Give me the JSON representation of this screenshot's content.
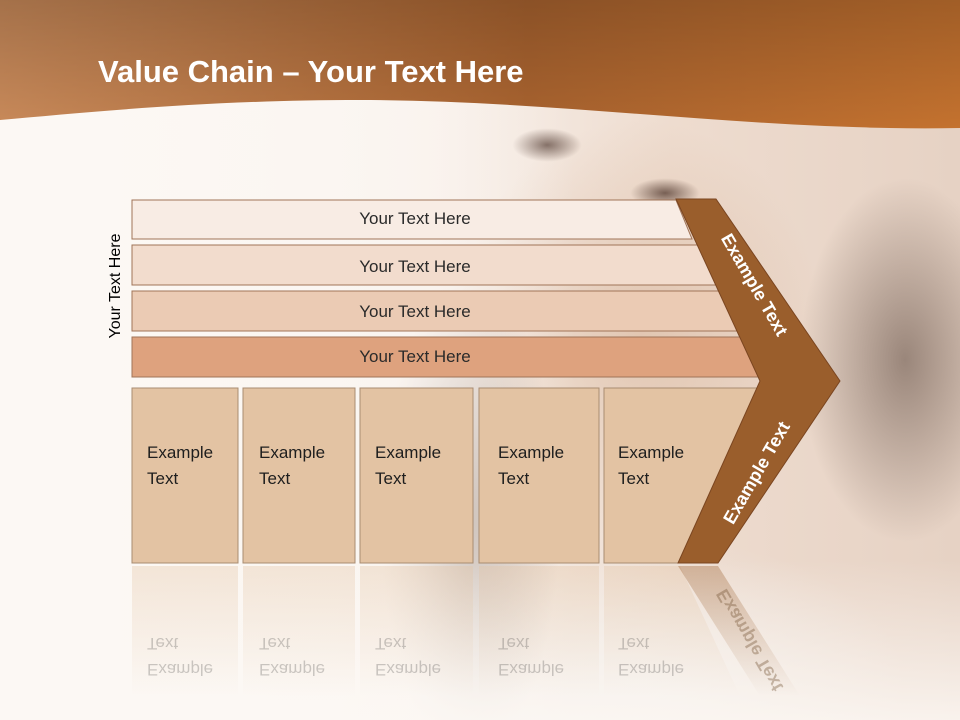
{
  "title": {
    "bold": "Value Chain",
    "rest": " – Your Text Here"
  },
  "side_label": "Your Text Here",
  "rows": [
    {
      "label": "Your Text Here"
    },
    {
      "label": "Your Text Here"
    },
    {
      "label": "Your Text Here"
    },
    {
      "label": "Your Text Here"
    }
  ],
  "columns": [
    {
      "line1": "Example",
      "line2": "Text"
    },
    {
      "line1": "Example",
      "line2": "Text"
    },
    {
      "line1": "Example",
      "line2": "Text"
    },
    {
      "line1": "Example",
      "line2": "Text"
    },
    {
      "line1": "Example",
      "line2": "Text"
    }
  ],
  "arrow": {
    "upper_label": "Example Text",
    "lower_label": "Example Text"
  },
  "colors": {
    "header_start": "#c98a5a",
    "header_end": "#c2702f",
    "arrow": "#9a5e2c",
    "row1": "#f8ece4",
    "row2": "#f2dccd",
    "row3": "#ebcbb4",
    "row4": "#dea27e",
    "column": "#e3c3a3"
  }
}
